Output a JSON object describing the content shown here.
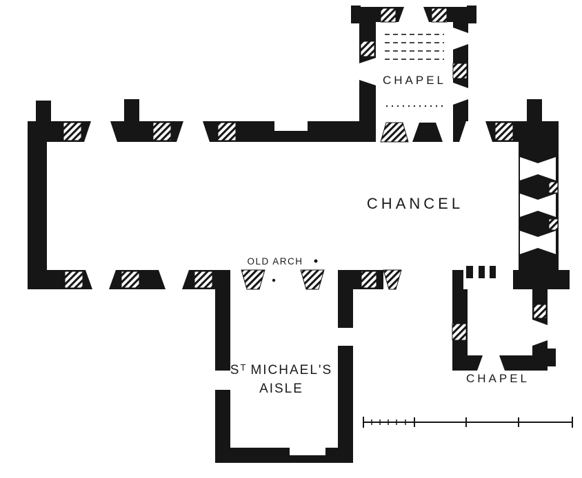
{
  "colors": {
    "ink": "#161616",
    "paper": "#ffffff"
  },
  "plan": {
    "rooms": [
      {
        "id": "chancel",
        "label": "CHANCEL"
      },
      {
        "id": "north-chapel",
        "label": "CHAPEL"
      },
      {
        "id": "st-michaels-aisle",
        "line1_prefix": "S",
        "line1_sup": "T",
        "line1_rest": "MICHAEL'S",
        "line2": "AISLE"
      },
      {
        "id": "south-chapel",
        "label": "CHAPEL"
      }
    ],
    "annotations": [
      {
        "id": "old-arch",
        "label": "OLD ARCH"
      }
    ]
  }
}
